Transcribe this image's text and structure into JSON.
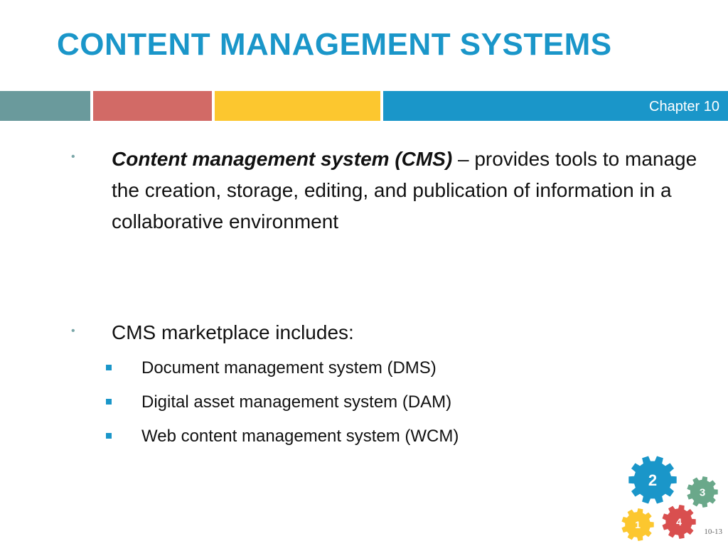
{
  "slide": {
    "title": "CONTENT MANAGEMENT SYSTEMS",
    "chapter": "Chapter 10",
    "slide_number": "10-13"
  },
  "body": {
    "bullet1": {
      "term": "Content management system (CMS)",
      "dash": " – ",
      "text": "provides tools to manage the creation, storage, editing, and publication of information in a collaborative environment"
    },
    "bullet2": {
      "text": "CMS marketplace includes:",
      "items": [
        "Document management system (DMS)",
        "Digital asset management system (DAM)",
        "Web content management system (WCM)"
      ]
    }
  },
  "gears": {
    "labels": [
      "2",
      "3",
      "1",
      "4"
    ],
    "colors": [
      "#1a96c9",
      "#6aa88a",
      "#fcc72f",
      "#d94f4f"
    ]
  },
  "colors": {
    "title": "#1a96c9",
    "bar_teal": "#6a9a9c",
    "bar_red": "#d26a66",
    "bar_yellow": "#fcc72f",
    "bar_blue": "#1a96c9"
  }
}
